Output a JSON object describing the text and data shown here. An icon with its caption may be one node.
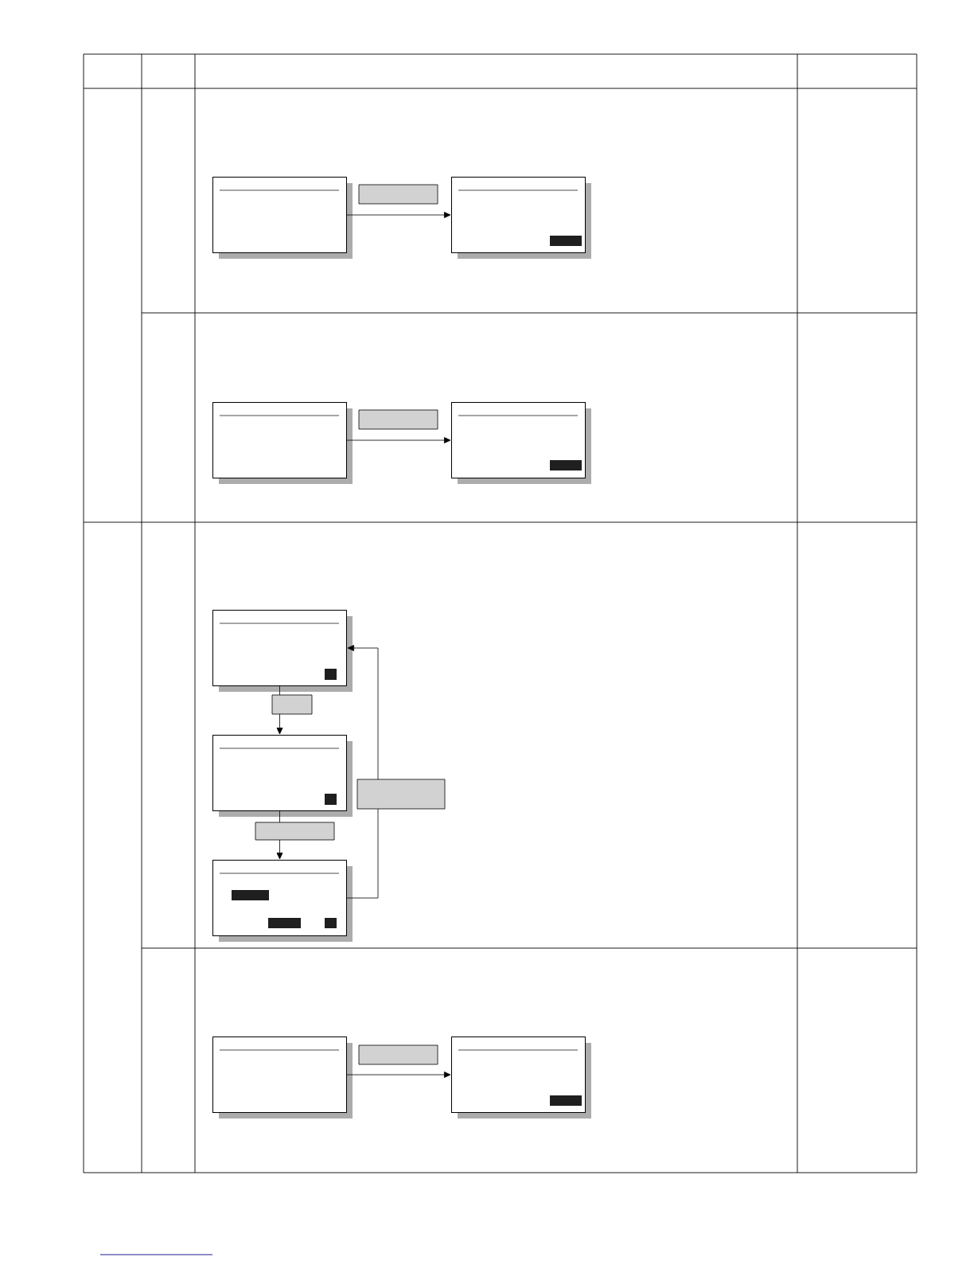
{
  "diagram": {
    "nodes": [
      {
        "text": [],
        "shape": "box"
      },
      {
        "text": [],
        "shape": "box"
      },
      {
        "text": [],
        "shape": "box"
      },
      {
        "text": [],
        "shape": "box"
      },
      {
        "text": [],
        "shape": "box"
      },
      {
        "text": [],
        "shape": "box"
      },
      {
        "text": [],
        "shape": "box"
      },
      {
        "text": [],
        "shape": "box"
      },
      {
        "text": [],
        "shape": "box"
      }
    ],
    "edges": [
      {
        "from": 0,
        "to": 1,
        "arrow": "to"
      },
      {
        "from": 2,
        "to": 3,
        "arrow": "to"
      },
      {
        "from": 4,
        "to": 5,
        "arrow": "to"
      },
      {
        "from": 5,
        "to": 6,
        "arrow": "to"
      },
      {
        "from": 6,
        "to": 4,
        "arrow": "to"
      },
      {
        "from": 7,
        "to": 8,
        "arrow": "to"
      }
    ]
  }
}
